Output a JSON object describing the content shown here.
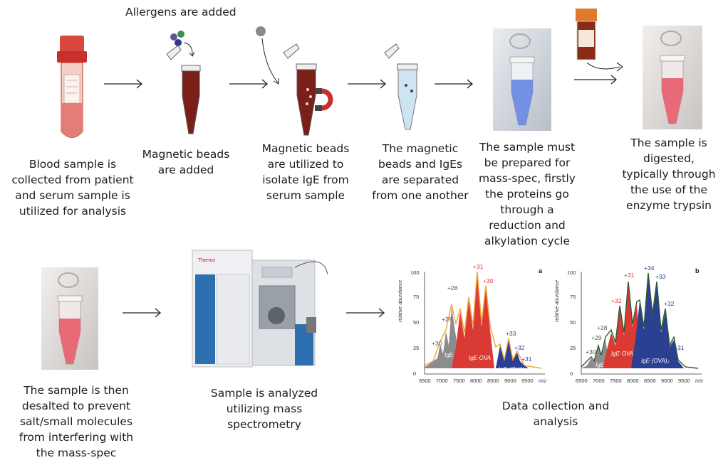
{
  "top_note": "Allergens are added",
  "steps": [
    {
      "caption": "Blood sample is collected from patient and serum sample is utilized for analysis",
      "lines": [
        "Blood sample is",
        "collected from patient",
        "and serum sample is",
        "utilized for analysis"
      ]
    },
    {
      "caption": "Magnetic beads are added",
      "lines": [
        "Magnetic beads",
        "are added"
      ]
    },
    {
      "caption": "Magnetic beads are utilized to isolate IgE from serum sample",
      "lines": [
        "Magnetic beads",
        "are utilized to",
        "isolate IgE from",
        "serum sample"
      ]
    },
    {
      "caption": "The magnetic beads and IgEs are separated from one another",
      "lines": [
        "The magnetic",
        "beads and IgEs",
        "are separated",
        "from one another"
      ]
    },
    {
      "caption": "The sample must be prepared for mass-spec, firstly the proteins go through a reduction and alkylation cycle",
      "lines": [
        "The sample must",
        "be prepared for",
        "mass-spec, firstly",
        "the proteins go",
        "through a",
        "reduction and",
        "alkylation cycle"
      ]
    },
    {
      "caption": "The sample is digested, typically through the use of the enzyme trypsin",
      "lines": [
        "The sample is",
        "digested,",
        "typically through",
        "the use of the",
        "enzyme trypsin"
      ]
    },
    {
      "caption": "The sample is then desalted to prevent salt/small molecules from interfering with the mass-spec",
      "lines": [
        "The sample is then",
        "desalted to prevent",
        "salt/small molecules",
        "from interfering with",
        "the mass-spec"
      ]
    },
    {
      "caption": "Sample is analyzed utilizing mass spectrometry",
      "lines": [
        "Sample is analyzed",
        "utilizing mass",
        "spectrometry"
      ]
    },
    {
      "caption": "Data collection and analysis",
      "lines": [
        "Data collection and",
        "analysis"
      ]
    }
  ],
  "spectra": {
    "panel_a": "a",
    "panel_b": "b",
    "y_axis_label": "relative abundance",
    "x_axis_unit": "m/z",
    "y_ticks": [
      "0",
      "25",
      "50",
      "75",
      "100"
    ],
    "x_ticks": [
      "6500",
      "7000",
      "7500",
      "8000",
      "8500",
      "9000",
      "9500"
    ],
    "a_charges": [
      "+30",
      "+29",
      "+28",
      "+31",
      "+30",
      "+33",
      "+32",
      "+31"
    ],
    "b_charges": [
      "+30",
      "+29",
      "+28",
      "+32",
      "+31",
      "+34",
      "+33",
      "+32",
      "+31"
    ],
    "a_regions": [
      "IgE",
      "IgE·OVA",
      "IgE·(OVA)₂"
    ],
    "b_regions": [
      "IgE",
      "IgE·OVA",
      "IgE·(OVA)₂"
    ],
    "colors": {
      "gray": "#8c8c8c",
      "red": "#d93a33",
      "blue": "#2b3f93",
      "orange_trace": "#f2a23a",
      "green_trace": "#2e5a32"
    }
  },
  "instrument_brand": "Thermo"
}
